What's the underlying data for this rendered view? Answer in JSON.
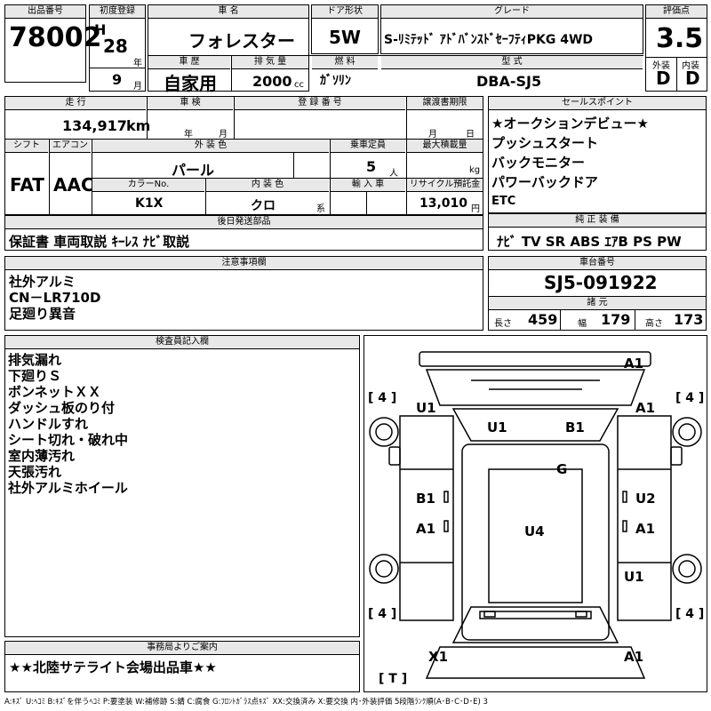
{
  "header": {
    "lot_label": "出品番号",
    "lot_number": "78002",
    "first_reg_label": "初度登録",
    "era": "H",
    "year": "28",
    "year_unit": "年",
    "month": "9",
    "month_unit": "月",
    "car_name_label": "車 名",
    "car_name": "フォレスター",
    "door_label": "ドア形状",
    "door": "5W",
    "grade_label": "グレード",
    "grade": "S-ﾘﾐﾃｯﾄﾞ ｱﾄﾞﾊﾞﾝｽﾄﾞｾｰﾌﾃｨPKG 4WD",
    "score_label": "評価点",
    "score": "3.5",
    "history_label": "車 歴",
    "history": "自家用",
    "displacement_label": "排 気 量",
    "displacement": "2000",
    "displacement_unit": "cc",
    "fuel_label": "燃 料",
    "fuel": "ｶﾞｿﾘﾝ",
    "model_label": "型 式",
    "model": "DBA-SJ5",
    "exterior_label": "外装",
    "exterior": "D",
    "interior_label": "内装",
    "interior": "D"
  },
  "row2": {
    "mileage_label": "走 行",
    "mileage": "134,917",
    "mileage_unit": "km",
    "inspection_label": "車 検",
    "insp_year_unit": "年",
    "insp_month_unit": "月",
    "reg_no_label": "登 録 番 号",
    "transfer_label": "譲渡書期限",
    "transfer_month_unit": "月",
    "transfer_day_unit": "日",
    "sales_label": "セールスポイント",
    "sales_points": [
      "★オークションデビュー★",
      "プッシュスタート",
      "バックモニター",
      "パワーバックドア",
      "ETC"
    ],
    "shift_label": "シフト",
    "shift": "FAT",
    "ac_label": "エアコン",
    "ac": "AAC",
    "ext_color_label": "外 装 色",
    "ext_color": "パール",
    "capacity_label": "乗車定員",
    "capacity": "5",
    "capacity_unit": "人",
    "max_load_label": "最大積載量",
    "max_load_unit": "kg",
    "color_no_label": "カラーNo.",
    "color_no": "K1X",
    "int_color_label": "内 装 色",
    "int_color": "クロ",
    "int_color_unit": "系",
    "import_label": "輸 入 車",
    "recycle_label": "リサイクル預託金",
    "recycle": "13,010",
    "recycle_unit": "円"
  },
  "parts": {
    "label": "後日発送部品",
    "text": "保証書 車両取説 ｷｰﾚｽ ﾅﾋﾞ取説",
    "equip_label": "純 正 装 備",
    "equip": "ﾅﾋﾞ TV SR ABS ｴｱB PS PW"
  },
  "notes": {
    "label": "注意事項欄",
    "lines": [
      "社外アルミ",
      "CN－LR710D",
      "足廻り異音"
    ]
  },
  "chassis": {
    "label": "車台番号",
    "number": "SJ5-091922",
    "spec_label": "諸 元",
    "length_label": "長さ",
    "length": "459",
    "width_label": "幅",
    "width": "179",
    "height_label": "高さ",
    "height": "173"
  },
  "inspector": {
    "label": "検査員記入欄",
    "lines": [
      "排気漏れ",
      "下廻りＳ",
      "ボンネットＸＸ",
      "ダッシュ板のり付",
      "ハンドルすれ",
      "シート切れ・破れ中",
      "室内薄汚れ",
      "天張汚れ",
      "社外アルミホイール"
    ]
  },
  "diagram": {
    "marks": [
      "A1",
      "U1",
      "A1",
      "U1",
      "B1",
      "G",
      "B1",
      "U2",
      "A1",
      "U4",
      "A1",
      "U1",
      "X1",
      "A1"
    ],
    "tires": [
      "[ 4 ]",
      "[ 4 ]",
      "[ 4 ]",
      "[ 4 ]"
    ],
    "spare": "[ T ]"
  },
  "office": {
    "label": "事務局よりご案内",
    "text": "★★北陸サテライト会場出品車★★"
  },
  "legend": "A:ｷｽﾞ U:ﾍｺﾐ B:ｷｽﾞを伴うﾍｺﾐ P:要塗装 W:補修跡 S:錆 C:腐食 G:ﾌﾛﾝﾄｶﾞﾗｽ点ｷｽﾞ XX:交換済み X:要交換 内･外装評価 5段階ﾗﾝｸ順(A･B･C･D･E) 3"
}
